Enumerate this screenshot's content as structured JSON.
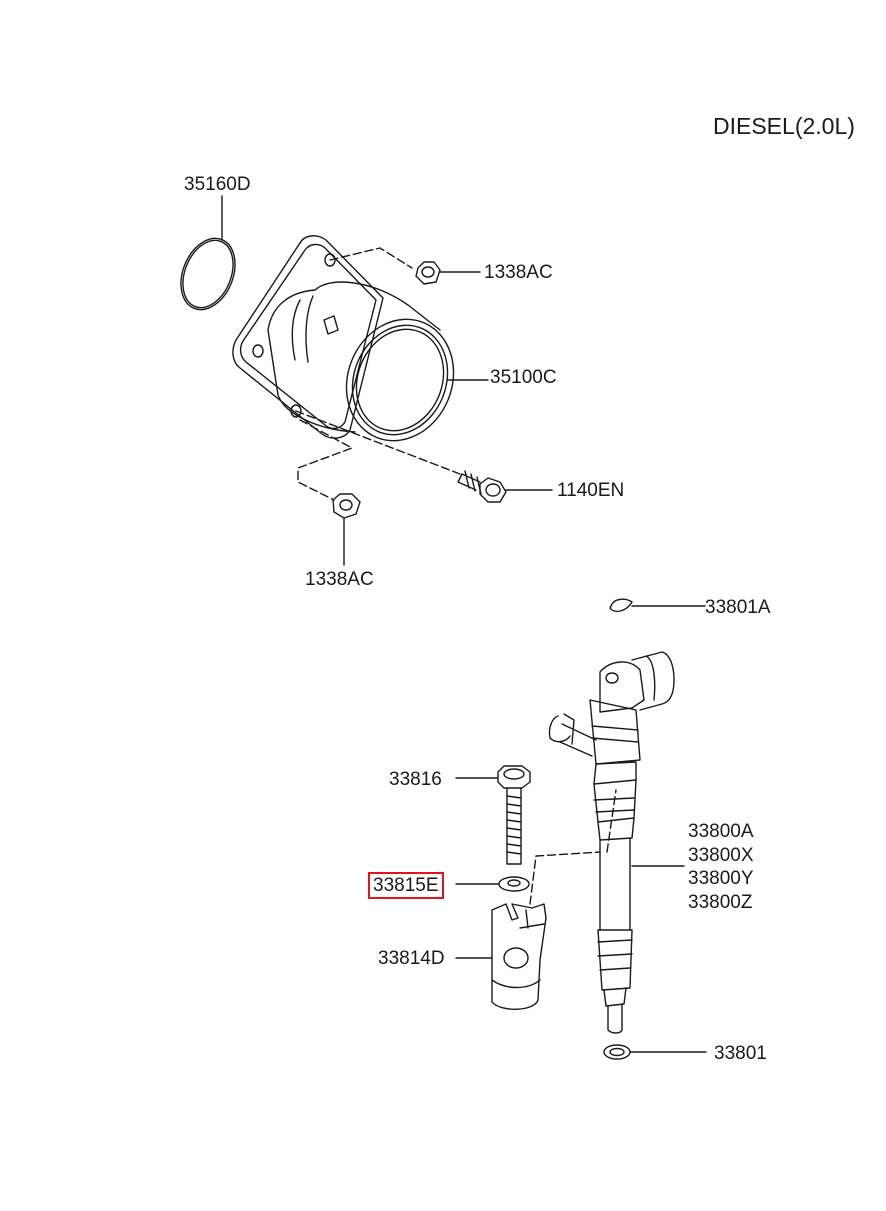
{
  "engine_label": "DIESEL(2.0L)",
  "colors": {
    "line": "#1a1a1a",
    "highlight": "#e8101a"
  },
  "parts": {
    "oring": "35160D",
    "nut_top": "1338AC",
    "pump": "35100C",
    "bolt": "1140EN",
    "nut_bottom": "1338AC",
    "clip": "33801A",
    "clamp_bolt": "33816",
    "washer": "33815E",
    "clamp": "33814D",
    "injector": [
      "33800A",
      "33800X",
      "33800Y",
      "33800Z"
    ],
    "seal_washer": "33801"
  },
  "highlighted_part": "33815E"
}
